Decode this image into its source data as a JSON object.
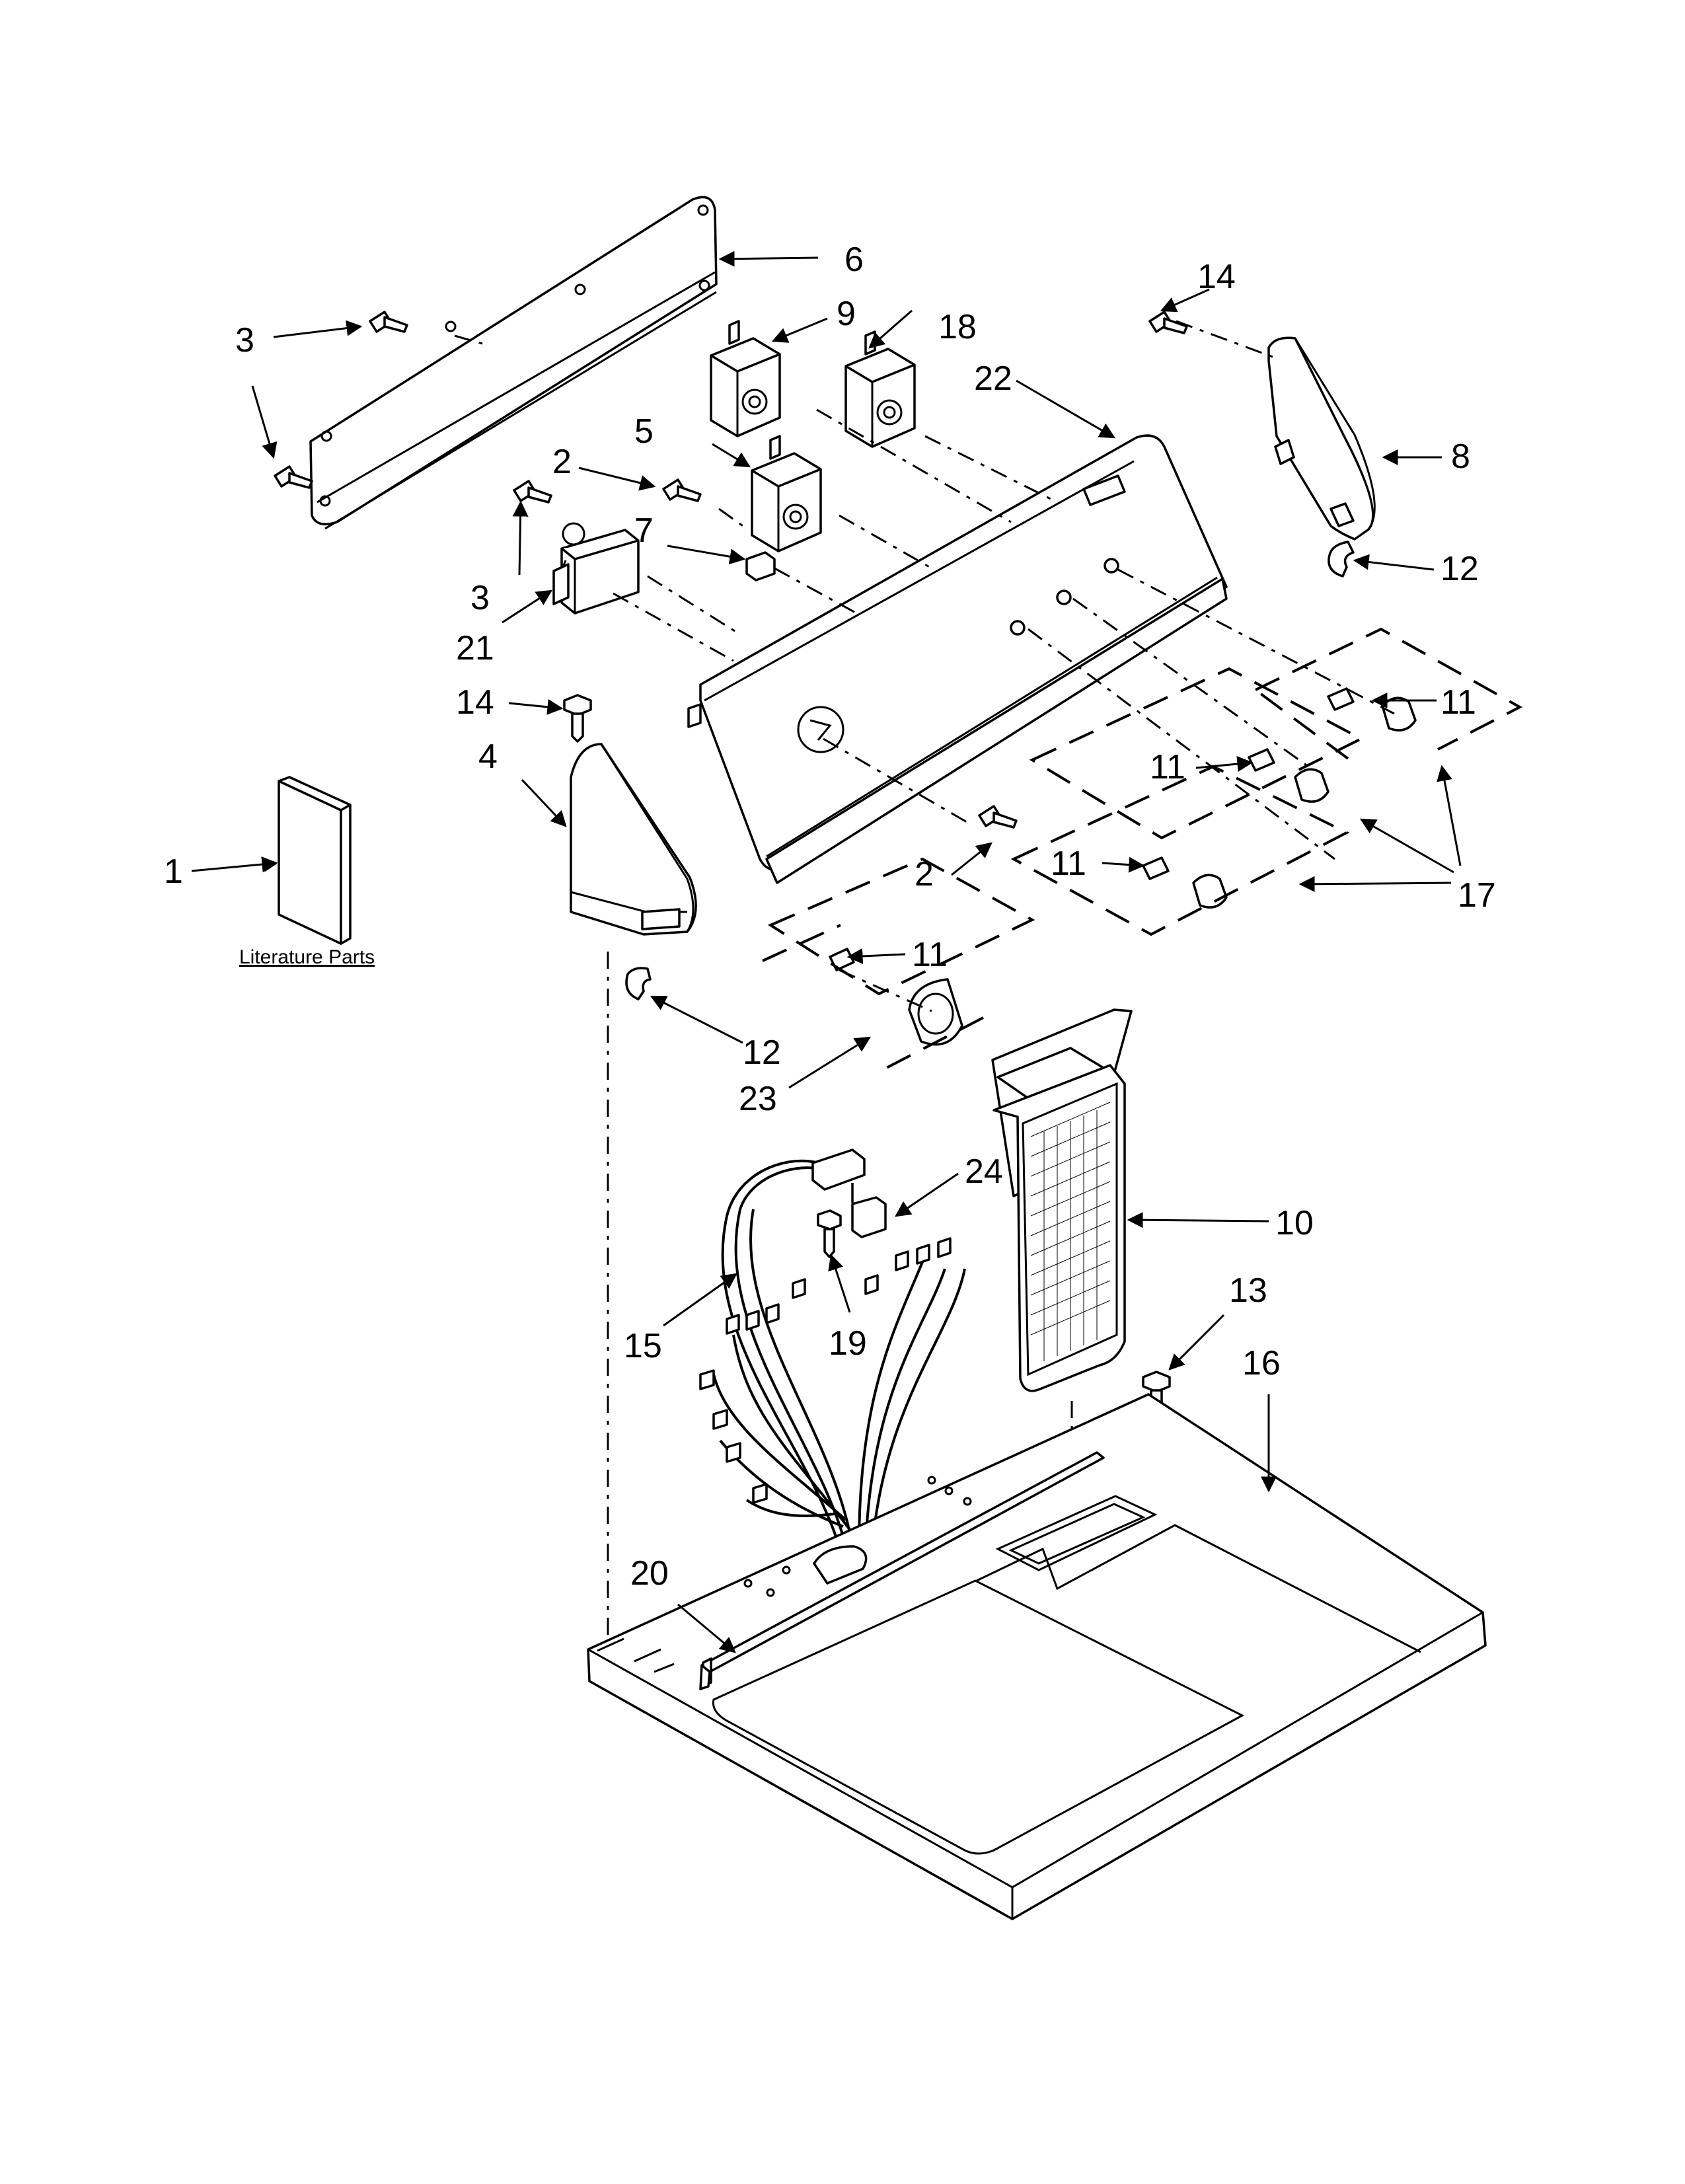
{
  "diagram": {
    "callouts": {
      "c1": "1",
      "c2a": "2",
      "c2b": "2",
      "c3a": "3",
      "c3b": "3",
      "c4": "4",
      "c5": "5",
      "c6": "6",
      "c7": "7",
      "c8": "8",
      "c9": "9",
      "c10": "10",
      "c11a": "11",
      "c11b": "11",
      "c11c": "11",
      "c11d": "11",
      "c12a": "12",
      "c12b": "12",
      "c13": "13",
      "c14a": "14",
      "c14b": "14",
      "c15": "15",
      "c16": "16",
      "c17": "17",
      "c18": "18",
      "c19": "19",
      "c20": "20",
      "c21": "21",
      "c22": "22",
      "c23": "23",
      "c24": "24"
    },
    "literature_label": "Literature Parts"
  }
}
